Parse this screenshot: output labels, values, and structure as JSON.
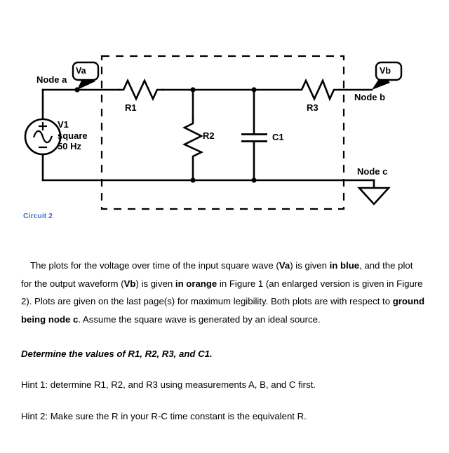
{
  "figure": {
    "caption": "Circuit 2",
    "caption_color": "#4472C4",
    "source": {
      "name": "V1",
      "waveform": "square",
      "frequency": "50 Hz",
      "polarity_plus": "+",
      "polarity_minus": "−"
    },
    "components": {
      "r1": "R1",
      "r2": "R2",
      "r3": "R3",
      "c1": "C1"
    },
    "nodes": {
      "a": "Node a",
      "b": "Node b",
      "c": "Node c"
    },
    "probes": {
      "va": "Va",
      "vb": "Vb"
    }
  },
  "text": {
    "intro_parts": {
      "p1": "The plots for the voltage over time of the input square wave (",
      "va": "Va",
      "p2": ") is given ",
      "in_blue": "in blue",
      "p3": ", and the plot for the output waveform (",
      "vb": "Vb",
      "p4": ") is given ",
      "in_orange": "in orange",
      "p5": " in Figure 1 (an enlarged version is given in Figure 2). Plots are given on the last page(s) for maximum legibility. Both plots are with respect to ",
      "ground_node": "ground being node c",
      "p6": ". Assume the square wave is generated by an ideal source."
    },
    "determine": "Determine the values of R1, R2, R3, and C1.",
    "hint1": "Hint 1: determine R1, R2, and R3 using measurements A, B, and C first.",
    "hint2": "Hint 2: Make sure the R in your R-C time constant is the equivalent R."
  }
}
